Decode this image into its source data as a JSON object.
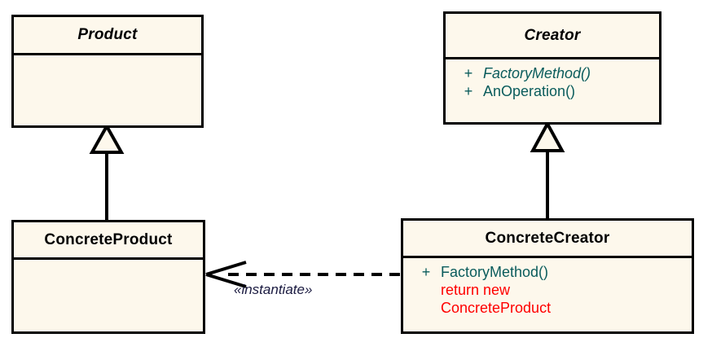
{
  "diagram": {
    "type": "uml-class-diagram",
    "pattern": "Factory Method",
    "background_color": "#FFFFFF",
    "box_fill_color": "#FDF8EC",
    "box_border_color": "#000000",
    "member_text_color": "#0A5C5C",
    "note_text_color": "#FF0000",
    "label_text_color": "#1A1A40"
  },
  "classes": {
    "product": {
      "name": "Product",
      "stereotype": "abstract",
      "members": []
    },
    "creator": {
      "name": "Creator",
      "stereotype": "abstract",
      "members": [
        {
          "visibility": "+",
          "signature": "FactoryMethod()",
          "abstract": true
        },
        {
          "visibility": "+",
          "signature": "AnOperation()",
          "abstract": false
        }
      ]
    },
    "concrete_product": {
      "name": "ConcreteProduct",
      "stereotype": "concrete",
      "members": []
    },
    "concrete_creator": {
      "name": "ConcreteCreator",
      "stereotype": "concrete",
      "members": [
        {
          "visibility": "+",
          "signature": "FactoryMethod()",
          "abstract": false
        }
      ],
      "notes": [
        "return new",
        "ConcreteProduct"
      ]
    }
  },
  "relationships": [
    {
      "id": "gen-product",
      "kind": "generalization",
      "from": "ConcreteProduct",
      "to": "Product",
      "arrowhead": "hollow-triangle",
      "line": "solid",
      "label": ""
    },
    {
      "id": "gen-creator",
      "kind": "generalization",
      "from": "ConcreteCreator",
      "to": "Creator",
      "arrowhead": "hollow-triangle",
      "line": "solid",
      "label": ""
    },
    {
      "id": "dep-instantiate",
      "kind": "dependency",
      "from": "ConcreteCreator",
      "to": "ConcreteProduct",
      "arrowhead": "open-arrow",
      "line": "dashed",
      "label": "«instantiate»"
    }
  ]
}
